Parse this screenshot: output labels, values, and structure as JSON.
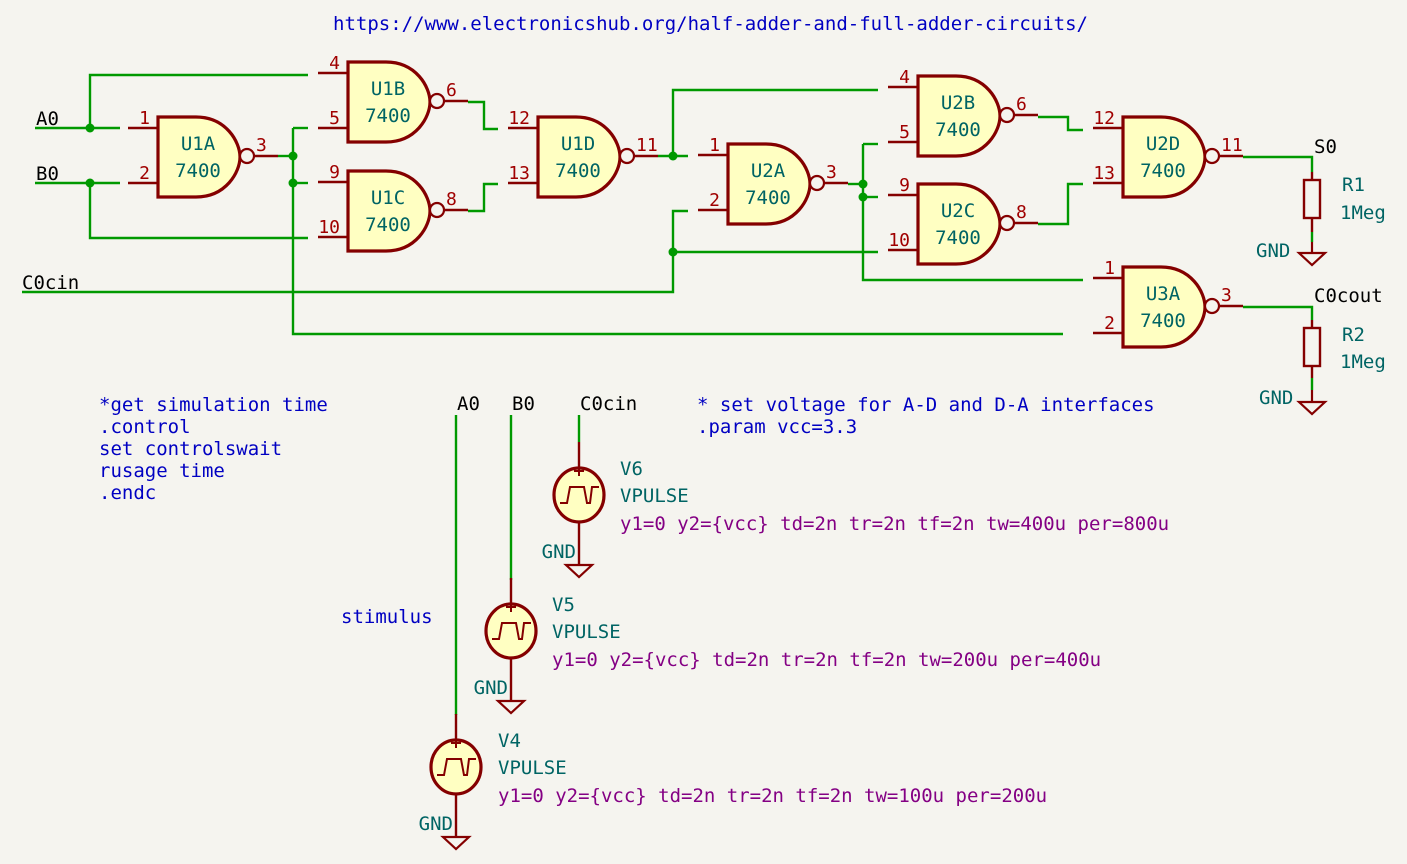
{
  "title": "https://www.electronicshub.org/half-adder-and-full-adder-circuits/",
  "colors": {
    "background": "#f5f4ef",
    "wire": "#009900",
    "component_outline": "#840000",
    "component_fill": "#ffffc2",
    "pin_number": "#a00000",
    "reference_text": "#006464",
    "note_text": "#0000c2",
    "param_text": "#840084"
  },
  "nets": {
    "a0": "A0",
    "b0": "B0",
    "c0cin": "C0cin",
    "s0": "S0",
    "c0cout": "C0cout",
    "gnd": "GND"
  },
  "gates": [
    {
      "ref": "U1A",
      "value": "7400",
      "pin_in1": "1",
      "pin_in2": "2",
      "pin_out": "3"
    },
    {
      "ref": "U1B",
      "value": "7400",
      "pin_in1": "4",
      "pin_in2": "5",
      "pin_out": "6"
    },
    {
      "ref": "U1C",
      "value": "7400",
      "pin_in1": "9",
      "pin_in2": "10",
      "pin_out": "8"
    },
    {
      "ref": "U1D",
      "value": "7400",
      "pin_in1": "12",
      "pin_in2": "13",
      "pin_out": "11"
    },
    {
      "ref": "U2A",
      "value": "7400",
      "pin_in1": "1",
      "pin_in2": "2",
      "pin_out": "3"
    },
    {
      "ref": "U2B",
      "value": "7400",
      "pin_in1": "4",
      "pin_in2": "5",
      "pin_out": "6"
    },
    {
      "ref": "U2C",
      "value": "7400",
      "pin_in1": "9",
      "pin_in2": "10",
      "pin_out": "8"
    },
    {
      "ref": "U2D",
      "value": "7400",
      "pin_in1": "12",
      "pin_in2": "13",
      "pin_out": "11"
    },
    {
      "ref": "U3A",
      "value": "7400",
      "pin_in1": "1",
      "pin_in2": "2",
      "pin_out": "3"
    }
  ],
  "resistors": [
    {
      "ref": "R1",
      "value": "1Meg"
    },
    {
      "ref": "R2",
      "value": "1Meg"
    }
  ],
  "sources": [
    {
      "ref": "V6",
      "type": "VPULSE",
      "params": "y1=0 y2={vcc} td=2n tr=2n tf=2n tw=400u per=800u"
    },
    {
      "ref": "V5",
      "type": "VPULSE",
      "params": "y1=0 y2={vcc} td=2n tr=2n tf=2n tw=200u per=400u"
    },
    {
      "ref": "V4",
      "type": "VPULSE",
      "params": "y1=0 y2={vcc} td=2n tr=2n tf=2n tw=100u per=200u"
    }
  ],
  "notes": {
    "control": [
      "*get simulation time",
      ".control",
      "set controlswait",
      "rusage time",
      ".endc"
    ],
    "param": [
      "* set voltage for A-D and D-A interfaces",
      ".param vcc=3.3"
    ],
    "stimulus": "stimulus"
  }
}
